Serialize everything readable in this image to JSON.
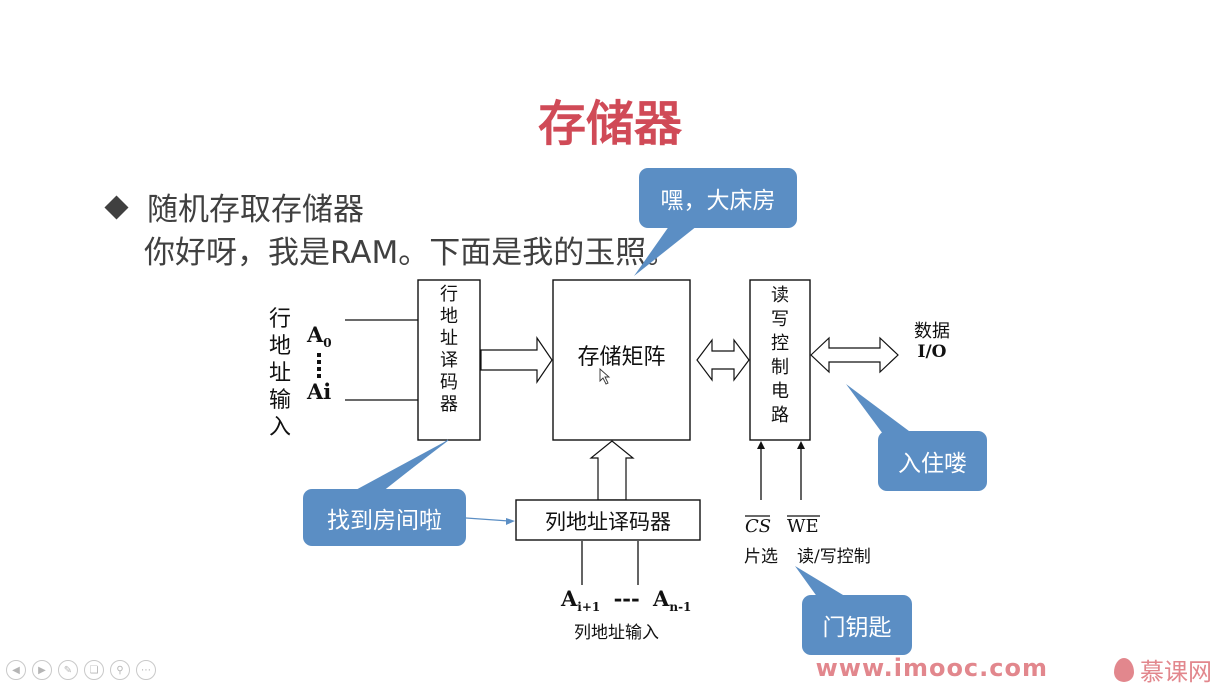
{
  "slide": {
    "title": "存储器",
    "bullet": "随机存取存储器",
    "subtitle": "你好呀，我是RAM。下面是我的玉照。"
  },
  "diagram": {
    "row_address_input_label": [
      "行",
      "地",
      "址",
      "输",
      "入"
    ],
    "a0": "A",
    "a0_sub": "0",
    "ai": "Ai",
    "row_decoder_label": [
      "行",
      "地",
      "址",
      "译",
      "码",
      "器"
    ],
    "memory_matrix_label": "存储矩阵",
    "rw_control_label": [
      "读",
      "写",
      "控",
      "制",
      "电",
      "路"
    ],
    "data_io_label": "数据",
    "data_io_label2": "I/O",
    "column_decoder_label": "列地址译码器",
    "cs_label": "CS",
    "we_label": "WE",
    "chip_select_label": "片选",
    "rw_select_label": "读/写控制",
    "col_a_start": "A",
    "col_a_start_sub": "i+1",
    "col_dashes": "---",
    "col_a_end": "A",
    "col_a_end_sub": "n-1",
    "column_address_input_label": "列地址输入"
  },
  "callouts": {
    "hey_big_room": "嘿，大床房",
    "found_room": "找到房间啦",
    "check_in": "入住喽",
    "door_key": "门钥匙"
  },
  "footer": {
    "brand": "www.imooc.com",
    "logo_text": "慕课网",
    "nav_icons": [
      "back-icon",
      "forward-icon",
      "pen-icon",
      "copy-icon",
      "zoom-icon",
      "more-icon"
    ]
  },
  "colors": {
    "title": "#d04a57",
    "callout": "#5b8ec4",
    "footer_brand": "#e2878d"
  }
}
